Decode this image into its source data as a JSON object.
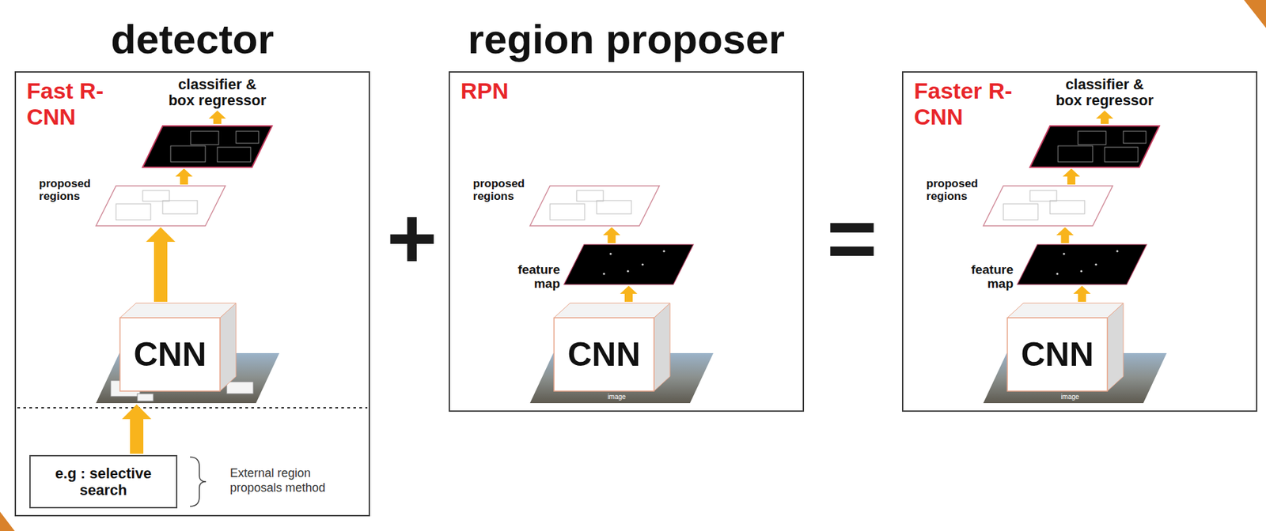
{
  "diagram": {
    "nodes": [
      {
        "text": [
          "detector",
          "Fast R-CNN"
        ]
      },
      {
        "text": [
          "classifier & box regressor"
        ],
        "in": 0
      },
      {
        "text": [
          "proposed regions"
        ],
        "in": 0
      },
      {
        "text": [
          "CNN"
        ],
        "in": 0
      },
      {
        "text": [
          "e.g : selective search"
        ],
        "in": 0
      },
      {
        "text": [
          "region proposer",
          "RPN"
        ]
      },
      {
        "text": [
          "proposed regions"
        ],
        "in": 5
      },
      {
        "text": [
          "feature map"
        ],
        "in": 5
      },
      {
        "text": [
          "CNN"
        ],
        "in": 5
      },
      {
        "text": [
          "Faster R-CNN"
        ]
      },
      {
        "text": [
          "classifier & box regressor"
        ],
        "in": 9
      },
      {
        "text": [
          "proposed regions"
        ],
        "in": 9
      },
      {
        "text": [
          "feature map"
        ],
        "in": 9
      },
      {
        "text": [
          "CNN"
        ],
        "in": 9
      }
    ],
    "edges": [
      {
        "from": 4,
        "to": 3,
        "arrow": "to"
      },
      {
        "from": 3,
        "to": 2,
        "arrow": "to"
      },
      {
        "from": 2,
        "to": 1,
        "arrow": "to"
      },
      {
        "from": 8,
        "to": 7,
        "arrow": "to"
      },
      {
        "from": 7,
        "to": 6,
        "arrow": "to"
      },
      {
        "from": 13,
        "to": 12,
        "arrow": "to"
      },
      {
        "from": 12,
        "to": 11,
        "arrow": "to"
      },
      {
        "from": 11,
        "to": 10,
        "arrow": "to"
      }
    ],
    "labels": [
      "+",
      "=",
      "External region proposals method",
      "image",
      "image"
    ]
  }
}
